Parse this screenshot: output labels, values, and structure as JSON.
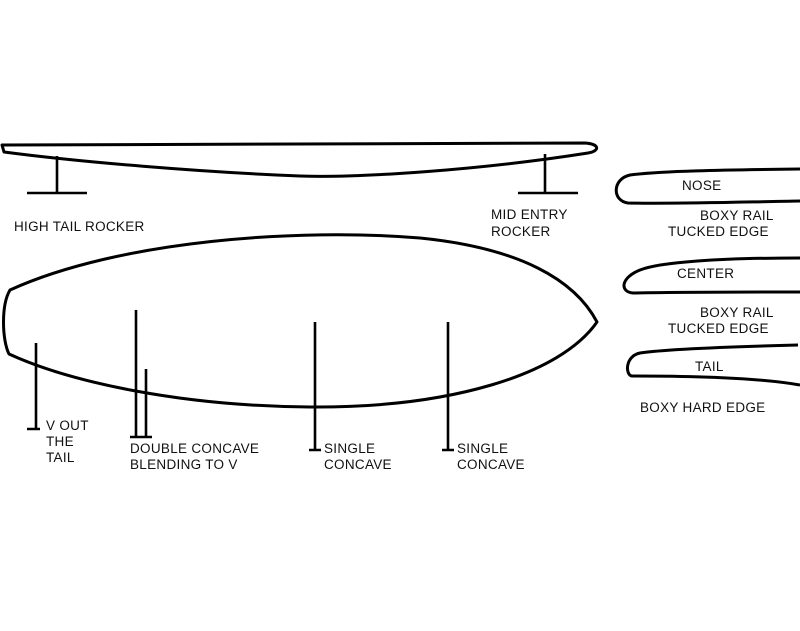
{
  "rocker": {
    "tail_label": "HIGH TAIL ROCKER",
    "nose_label_1": "MID ENTRY",
    "nose_label_2": "ROCKER"
  },
  "bottom": {
    "v_out_1": "V OUT",
    "v_out_2": "THE",
    "v_out_3": "TAIL",
    "double_1": "DOUBLE CONCAVE",
    "double_2": "BLENDING TO V",
    "single_a_1": "SINGLE",
    "single_a_2": "CONCAVE",
    "single_b_1": "SINGLE",
    "single_b_2": "CONCAVE"
  },
  "rails": {
    "nose": "NOSE",
    "nose_desc_1": "BOXY RAIL",
    "nose_desc_2": "TUCKED EDGE",
    "center": "CENTER",
    "center_desc_1": "BOXY RAIL",
    "center_desc_2": "TUCKED EDGE",
    "tail": "TAIL",
    "tail_desc": "BOXY HARD EDGE"
  }
}
